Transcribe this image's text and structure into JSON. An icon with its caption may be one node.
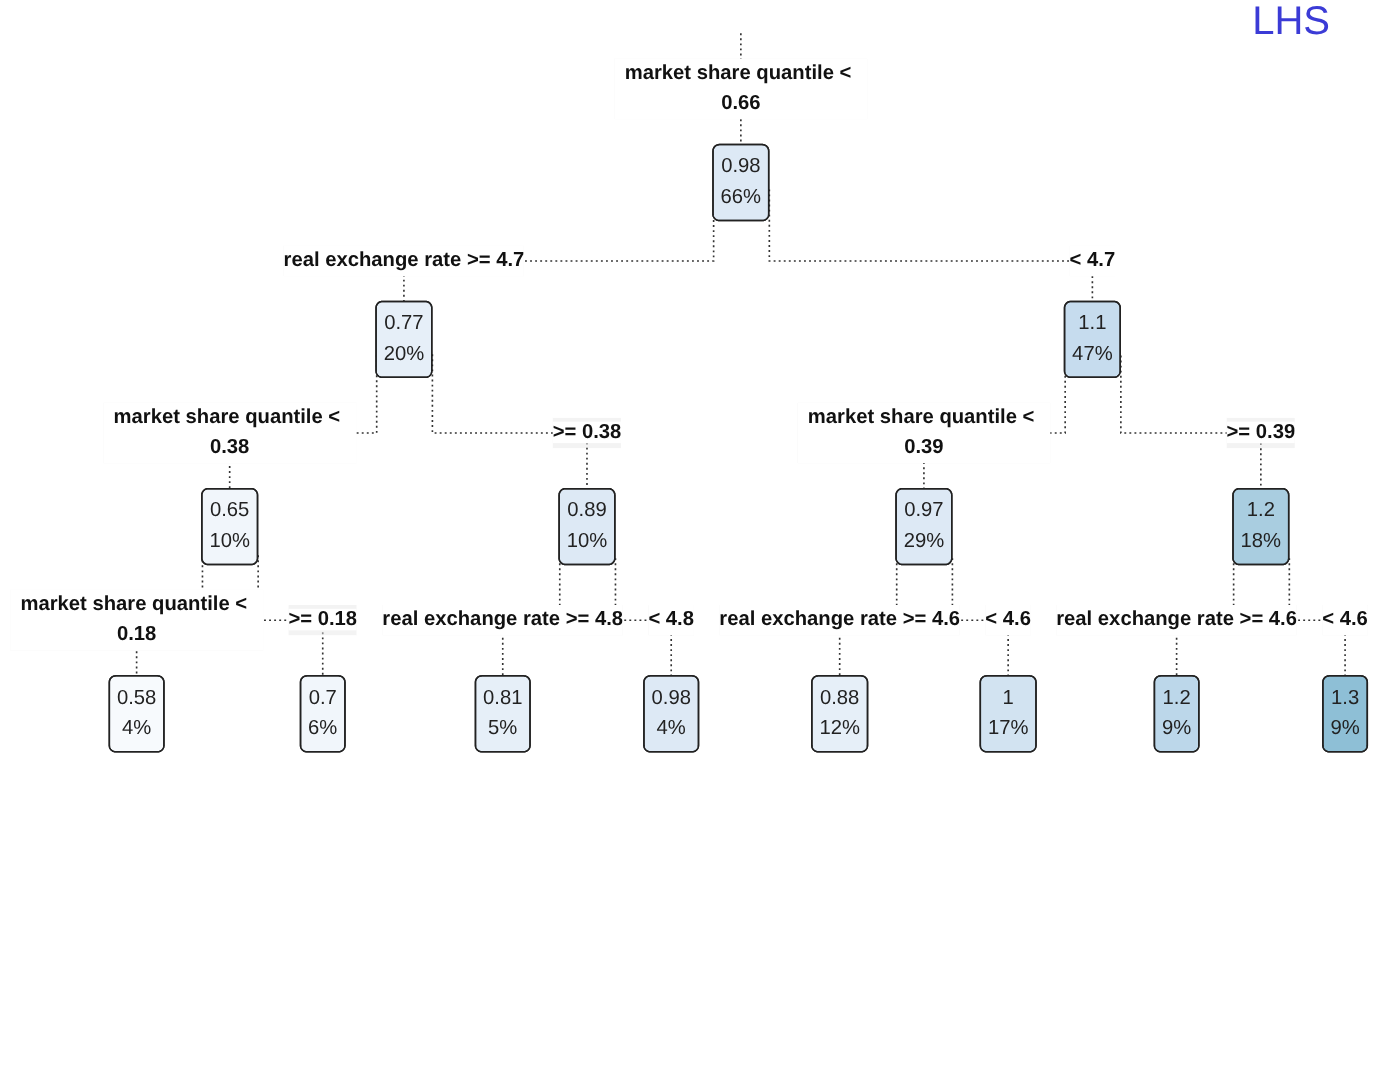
{
  "diagram": {
    "title": "LHS",
    "nodes": [
      {
        "text": [
          "0.98",
          "66%"
        ]
      },
      {
        "text": [
          "0.77",
          "20%"
        ]
      },
      {
        "text": [
          "1.1",
          "47%"
        ]
      },
      {
        "text": [
          "0.65",
          "10%"
        ]
      },
      {
        "text": [
          "0.89",
          "10%"
        ]
      },
      {
        "text": [
          "0.97",
          "29%"
        ]
      },
      {
        "text": [
          "1.2",
          "18%"
        ]
      },
      {
        "text": [
          "0.58",
          "4%"
        ]
      },
      {
        "text": [
          "0.7",
          "6%"
        ]
      },
      {
        "text": [
          "0.81",
          "5%"
        ]
      },
      {
        "text": [
          "0.98",
          "4%"
        ]
      },
      {
        "text": [
          "0.88",
          "12%"
        ]
      },
      {
        "text": [
          "1",
          "17%"
        ]
      },
      {
        "text": [
          "1.2",
          "9%"
        ]
      },
      {
        "text": [
          "1.3",
          "9%"
        ]
      }
    ],
    "edges": [
      {
        "from": null,
        "to": 0,
        "arrow": "none",
        "style": "dashed",
        "label": "market share quantile < 0.66"
      },
      {
        "from": 0,
        "to": 1,
        "arrow": "none",
        "style": "dashed",
        "label": "real exchange rate >= 4.7"
      },
      {
        "from": 0,
        "to": 2,
        "arrow": "none",
        "style": "dashed",
        "label": "< 4.7"
      },
      {
        "from": 1,
        "to": 3,
        "arrow": "none",
        "style": "dashed",
        "label": "market share quantile < 0.38"
      },
      {
        "from": 1,
        "to": 4,
        "arrow": "none",
        "style": "dashed",
        "label": ">= 0.38"
      },
      {
        "from": 2,
        "to": 5,
        "arrow": "none",
        "style": "dashed",
        "label": "market share quantile < 0.39"
      },
      {
        "from": 2,
        "to": 6,
        "arrow": "none",
        "style": "dashed",
        "label": ">= 0.39"
      },
      {
        "from": 3,
        "to": 7,
        "arrow": "none",
        "style": "dashed",
        "label": "market share quantile < 0.18"
      },
      {
        "from": 3,
        "to": 8,
        "arrow": "none",
        "style": "dashed",
        "label": ">= 0.18"
      },
      {
        "from": 4,
        "to": 9,
        "arrow": "none",
        "style": "dashed",
        "label": "real exchange rate >= 4.8"
      },
      {
        "from": 4,
        "to": 10,
        "arrow": "none",
        "style": "dashed",
        "label": "< 4.8"
      },
      {
        "from": 5,
        "to": 11,
        "arrow": "none",
        "style": "dashed",
        "label": "real exchange rate >= 4.6"
      },
      {
        "from": 5,
        "to": 12,
        "arrow": "none",
        "style": "dashed",
        "label": "< 4.6"
      },
      {
        "from": 6,
        "to": 13,
        "arrow": "none",
        "style": "dashed",
        "label": "real exchange rate >= 4.6"
      },
      {
        "from": 6,
        "to": 14,
        "arrow": "none",
        "style": "dashed",
        "label": "< 4.6"
      }
    ]
  }
}
